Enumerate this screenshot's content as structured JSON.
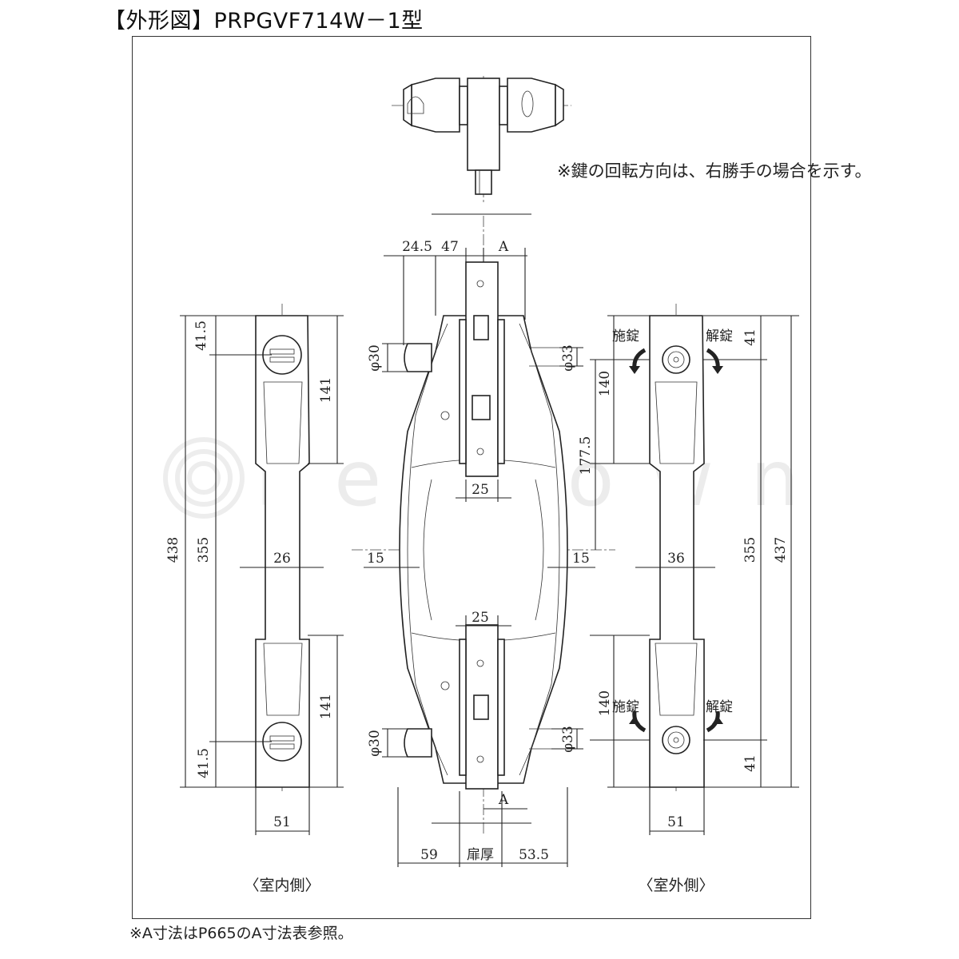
{
  "title": "【外形図】PRPGVF714W－1型",
  "note_rotation": "※鍵の回転方向は、右勝手の場合を示す。",
  "footnote": "※A寸法はP665のA寸法表参照。",
  "watermark": "keytown",
  "labels": {
    "indoor_side": "〈室内側〉",
    "outdoor_side": "〈室外側〉",
    "lock": "施錠",
    "unlock": "解錠",
    "door_thickness": "扉厚",
    "a_mark": "A"
  },
  "dimensions": {
    "indoor": {
      "d41_5_top": "41.5",
      "d141_top": "141",
      "d438": "438",
      "d355": "355",
      "d26": "26",
      "d141_bottom": "141",
      "d41_5_bottom": "41.5",
      "d51": "51"
    },
    "side": {
      "d24_5": "24.5",
      "d47": "47",
      "phi30_top": "φ30",
      "phi33_top": "φ33",
      "d25_top": "25",
      "d15_left": "15",
      "d15_right": "15",
      "d25_bottom": "25",
      "phi30_bottom": "φ30",
      "phi33_bottom": "φ33",
      "d59": "59",
      "d53_5": "53.5"
    },
    "outdoor": {
      "d41_top": "41",
      "d140_top": "140",
      "d177_5": "177.5",
      "d355": "355",
      "d437": "437",
      "d36": "36",
      "d140_bottom": "140",
      "d41_bottom": "41",
      "d51": "51"
    }
  },
  "colors": {
    "line": "#222222",
    "frame": "#333333"
  }
}
